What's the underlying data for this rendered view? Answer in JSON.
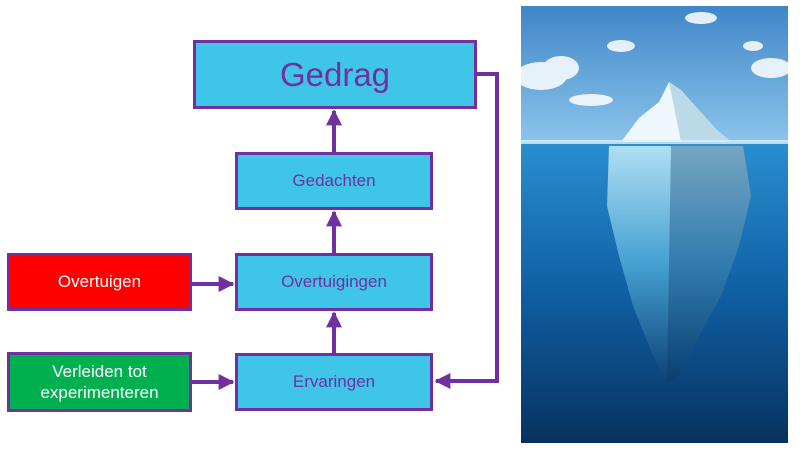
{
  "diagram": {
    "nodes": {
      "gedrag": "Gedrag",
      "gedachten": "Gedachten",
      "overtuigingen": "Overtuigingen",
      "ervaringen": "Ervaringen",
      "overtuigen": "Overtuigen",
      "verleiden": "Verleiden tot experimenteren"
    },
    "edges": [
      {
        "from": "ervaringen",
        "to": "overtuigingen"
      },
      {
        "from": "overtuigingen",
        "to": "gedachten"
      },
      {
        "from": "gedachten",
        "to": "gedrag"
      },
      {
        "from": "gedrag",
        "to": "ervaringen"
      },
      {
        "from": "overtuigen",
        "to": "overtuigingen"
      },
      {
        "from": "verleiden",
        "to": "ervaringen"
      }
    ]
  },
  "colors": {
    "accent": "#7030A0",
    "box_fill": "#3EC5E8",
    "red_box": "#FF0000",
    "green_box": "#00B050"
  },
  "image": {
    "subject": "iceberg-photo"
  }
}
